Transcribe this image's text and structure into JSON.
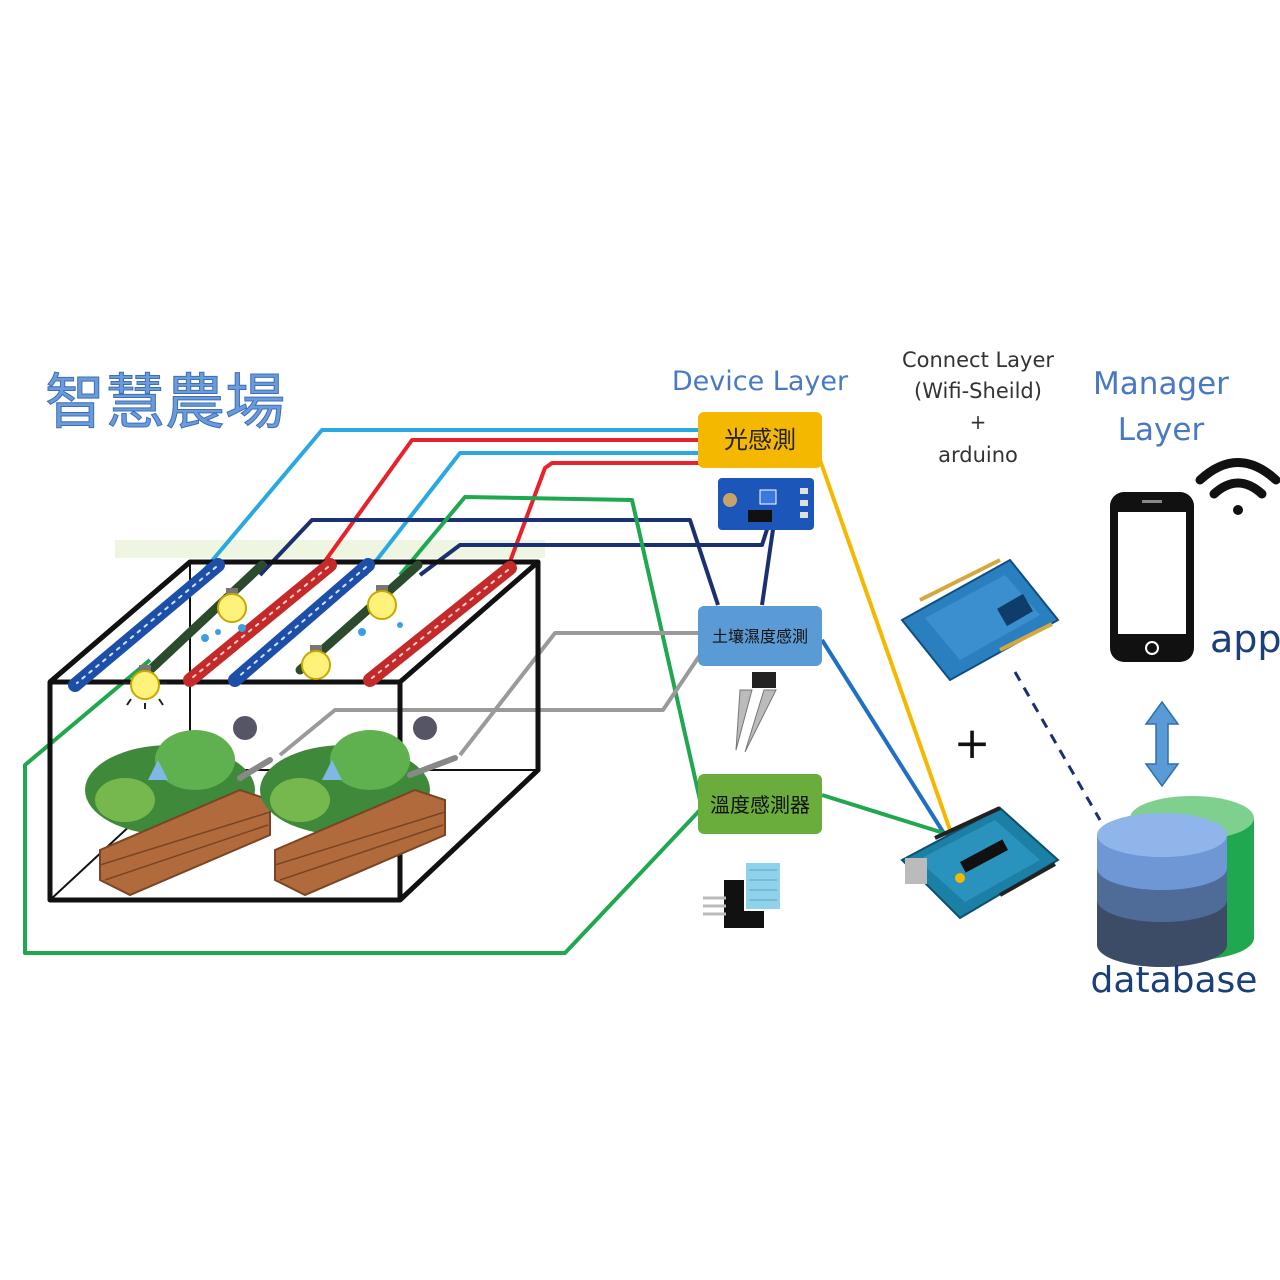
{
  "title": "智慧農場",
  "layers": {
    "device": "Device Layer",
    "connect_line1": "Connect Layer",
    "connect_line2": "(Wifi-Sheild)",
    "connect_plus": "+",
    "connect_line3": "arduino",
    "manager_line1": "Manager",
    "manager_line2": "Layer"
  },
  "sensors": {
    "light": "光感測",
    "soil": "土壤濕度感測",
    "temp": "溫度感測器"
  },
  "labels": {
    "app": "app",
    "database": "database",
    "plus": "+"
  },
  "colors": {
    "light_blue": "#29a9e0",
    "red": "#e8222b",
    "navy": "#1b2f73",
    "green": "#1fa84f",
    "gray": "#9a9a9a",
    "yellow": "#f4b800",
    "layer_text": "#4a79c4",
    "arduino": "#1c7fa6"
  }
}
